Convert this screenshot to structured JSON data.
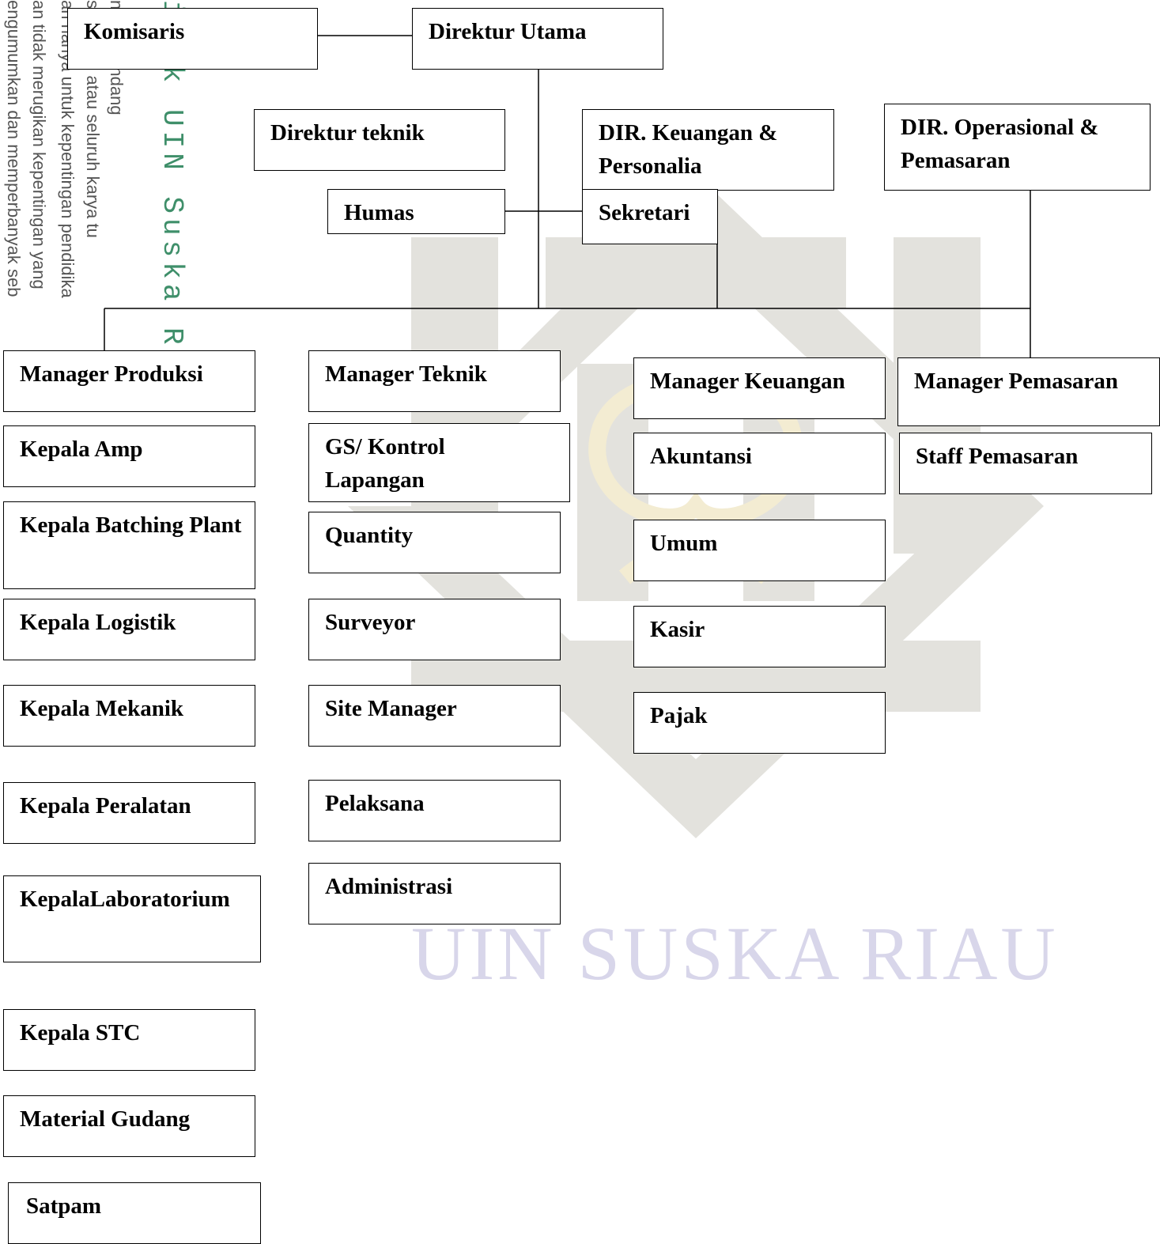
{
  "watermark": {
    "logo_icon": "uin-suska-riau-logo",
    "text": "UIN SUSKA RIAU",
    "color": "#d8d6ea",
    "logo_color": "#e3e2dd",
    "side_lines": [
      "ilik UIN Suska Ria",
      "ndang-Undang",
      "sebagian atau seluruh karya tu",
      "an hanya untuk kepentingan pendidika",
      "an tidak merugikan kepentingan yang",
      "engumumkan dan memperbanyak seb"
    ]
  },
  "org": {
    "komisaris": "Komisaris",
    "direktur_utama": "Direktur Utama",
    "direktur_teknik": "Direktur teknik",
    "dir_keuangan": "DIR. Keuangan & Personalia",
    "dir_operasional": "DIR. Operasional & Pemasaran",
    "humas": "Humas",
    "sekretari": "Sekretari",
    "produksi": {
      "manager": "Manager Produksi",
      "staff": [
        "Kepala Amp",
        "Kepala Batching Plant",
        "Kepala Logistik",
        "Kepala Mekanik",
        "Kepala Peralatan",
        "KepalaLaboratorium",
        "Kepala STC",
        "Material Gudang",
        "Satpam"
      ]
    },
    "teknik": {
      "manager": "Manager Teknik",
      "staff": [
        "GS/ Kontrol Lapangan",
        "Quantity",
        "Surveyor",
        "Site Manager",
        "Pelaksana",
        "Administrasi"
      ]
    },
    "keuangan": {
      "manager": "Manager Keuangan",
      "staff": [
        "Akuntansi",
        "Umum",
        "Kasir",
        "Pajak"
      ]
    },
    "pemasaran": {
      "manager": "Manager Pemasaran",
      "staff": [
        "Staff Pemasaran"
      ]
    }
  }
}
